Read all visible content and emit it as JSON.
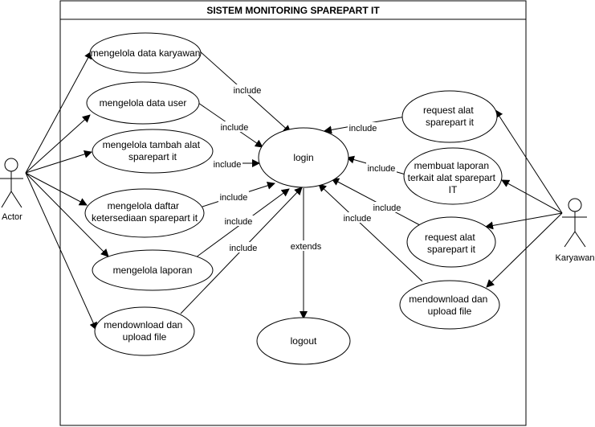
{
  "system": {
    "title": "SISTEM MONITORING SPAREPART IT"
  },
  "actors": {
    "actor": {
      "label": "Actor"
    },
    "karyawan": {
      "label": "Karyawan"
    }
  },
  "use_cases": {
    "data_karyawan": [
      "mengelola data karyawan"
    ],
    "data_user": [
      "mengelola data user"
    ],
    "tambah_alat": [
      "mengelola tambah alat",
      "sparepart it"
    ],
    "daftar_ketersediaan": [
      "mengelola daftar",
      "ketersediaan sparepart it"
    ],
    "laporan": [
      "mengelola laporan"
    ],
    "download_actor": [
      "mendownload dan",
      "upload file"
    ],
    "login": [
      "login"
    ],
    "logout": [
      "logout"
    ],
    "request1": [
      "request alat",
      "sparepart it"
    ],
    "membuat_laporan": [
      "membuat laporan",
      "terkait alat sparepart",
      "IT"
    ],
    "request2": [
      "request alat",
      "sparepart it"
    ],
    "download_karyawan": [
      "mendownload dan",
      "upload file"
    ]
  },
  "relations": {
    "include": "include",
    "extends": "extends"
  }
}
